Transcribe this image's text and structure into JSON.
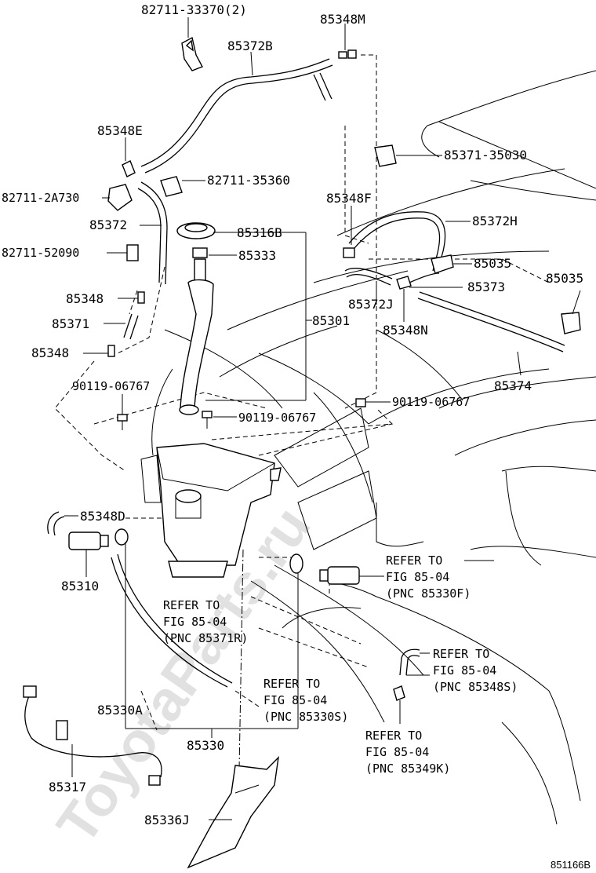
{
  "watermark": "ToyotaParts.ru",
  "figure_id": "851166B",
  "labels": {
    "p82711_33370": "82711-33370(2)",
    "p85348M": "85348M",
    "p85372B": "85372B",
    "p85348E": "85348E",
    "p85371_35030": "85371-35030",
    "p82711_35360": "82711-35360",
    "p82711_2A730": "82711-2A730",
    "p85348F": "85348F",
    "p85372": "85372",
    "p85372H": "85372H",
    "p85316B": "85316B",
    "p82711_52090": "82711-52090",
    "p85333": "85333",
    "p85035a": "85035",
    "p85035b": "85035",
    "p85373": "85373",
    "p85348a": "85348",
    "p85372J": "85372J",
    "p85301": "85301",
    "p85371": "85371",
    "p85348N": "85348N",
    "p85348b": "85348",
    "p85374": "85374",
    "p90119_a": "90119-06767",
    "p90119_b": "90119-06767",
    "p90119_c": "90119-06767",
    "p85348D": "85348D",
    "p85310": "85310",
    "p85330A": "85330A",
    "p85330": "85330",
    "p85317": "85317",
    "p85336J": "85336J"
  },
  "refer_notes": [
    {
      "line1": "REFER TO",
      "line2": "FIG 85-04",
      "line3": "(PNC 85330F)"
    },
    {
      "line1": "REFER TO",
      "line2": "FIG 85-04",
      "line3": "(PNC 85371R)"
    },
    {
      "line1": "REFER TO",
      "line2": "FIG 85-04",
      "line3": "(PNC 85348S)"
    },
    {
      "line1": "REFER TO",
      "line2": "FIG 85-04",
      "line3": "(PNC 85330S)"
    },
    {
      "line1": "REFER TO",
      "line2": "FIG 85-04",
      "line3": "(PNC 85349K)"
    }
  ]
}
